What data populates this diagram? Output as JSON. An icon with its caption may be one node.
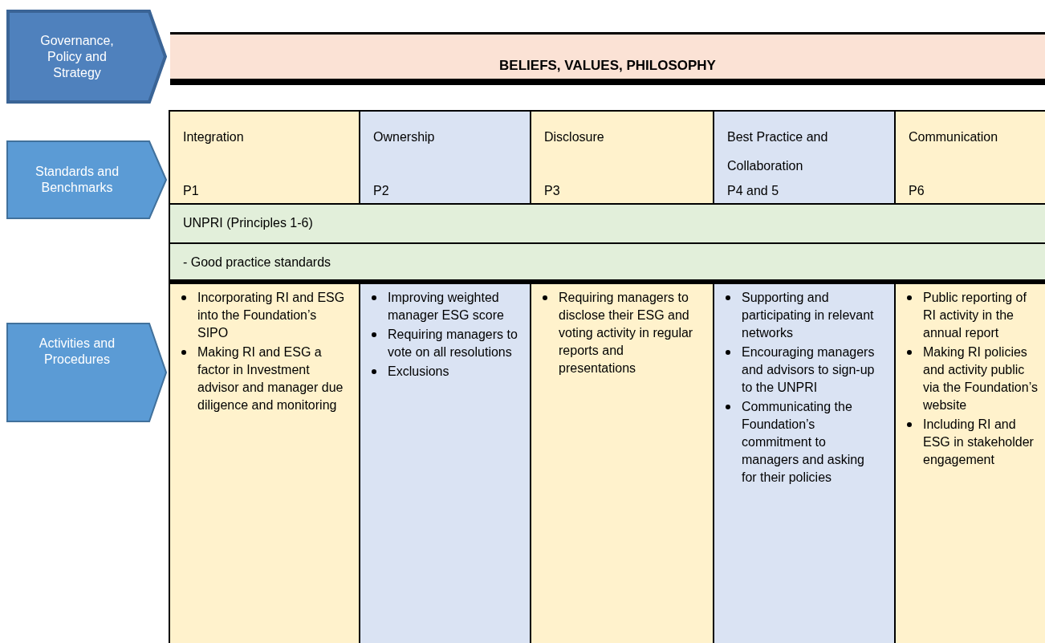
{
  "diagram": {
    "nodes": [
      {
        "text": [
          "Governance, Policy and Strategy"
        ]
      },
      {
        "text": [
          "Standards and Benchmarks"
        ]
      },
      {
        "text": [
          "Activities and Procedures"
        ]
      },
      {
        "text": [
          "BELIEFS, VALUES, PHILOSOPHY"
        ]
      }
    ],
    "labels": [
      "Integration",
      "P1",
      "Ownership",
      "P2",
      "Disclosure",
      "P3",
      "Best Practice and Collaboration",
      "P4 and 5",
      "Communication",
      "P6",
      "UNPRI (Principles 1-6)",
      "- Good practice standards",
      "Incorporating RI and ESG into the Foundation’s SIPO",
      "Making RI and ESG a factor in Investment advisor and manager due diligence and monitoring",
      "Improving weighted manager ESG score",
      "Requiring managers to vote on all resolutions",
      "Exclusions",
      "Requiring managers to disclose their ESG and voting activity in regular reports and presentations",
      "Supporting and participating in relevant networks",
      "Encouraging managers and advisors to sign-up to the UNPRI",
      "Communicating the Foundation’s commitment to managers and asking for their policies",
      "Public reporting of RI activity in the annual report",
      "Making RI policies and activity public via the Foundation’s website",
      "Including RI and ESG in stakeholder engagement"
    ]
  }
}
